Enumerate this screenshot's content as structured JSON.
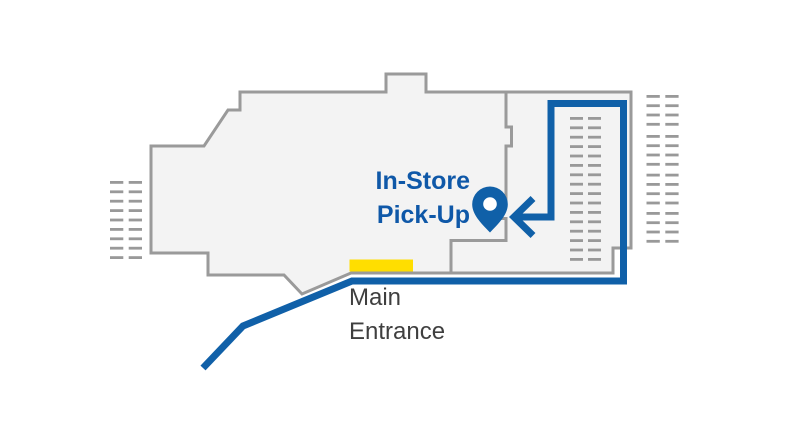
{
  "labels": {
    "pickup_line1": "In-Store",
    "pickup_line2": "Pick-Up",
    "entrance_line1": "Main",
    "entrance_line2": "Entrance"
  },
  "icons": {
    "pickup_pin": "location-pin-icon",
    "route_arrow": "arrow-left-icon"
  },
  "colors": {
    "route_blue": "#1060A8",
    "text_blue": "#0F58A8",
    "entrance_yellow": "#FFDE00",
    "wall_gray": "#9A9A9A",
    "floor_fill": "#F3F3F3",
    "marks_gray": "#999999",
    "entrance_text": "#3F3F3F",
    "background": "#FFFFFF"
  }
}
